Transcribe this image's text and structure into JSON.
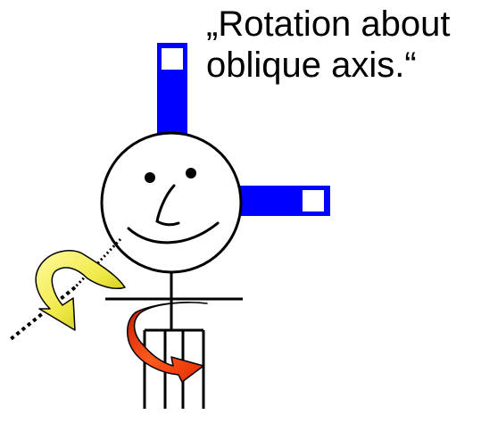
{
  "caption": {
    "line1": "„Rotation about",
    "line2": "oblique axis.“"
  },
  "colors": {
    "ink": "#000000",
    "magnet_blue": "#0000ff",
    "marker_white": "#ffffff",
    "arrow_yellow_fill": "#f6f36b",
    "arrow_yellow_shade": "#c8c800",
    "arrow_red_fill": "#ff5a1f",
    "arrow_red_shade": "#c01800"
  },
  "icons": {
    "yellow_arrow": "curved-rotation-arrow",
    "red_arrow": "curved-rotation-arrow"
  }
}
